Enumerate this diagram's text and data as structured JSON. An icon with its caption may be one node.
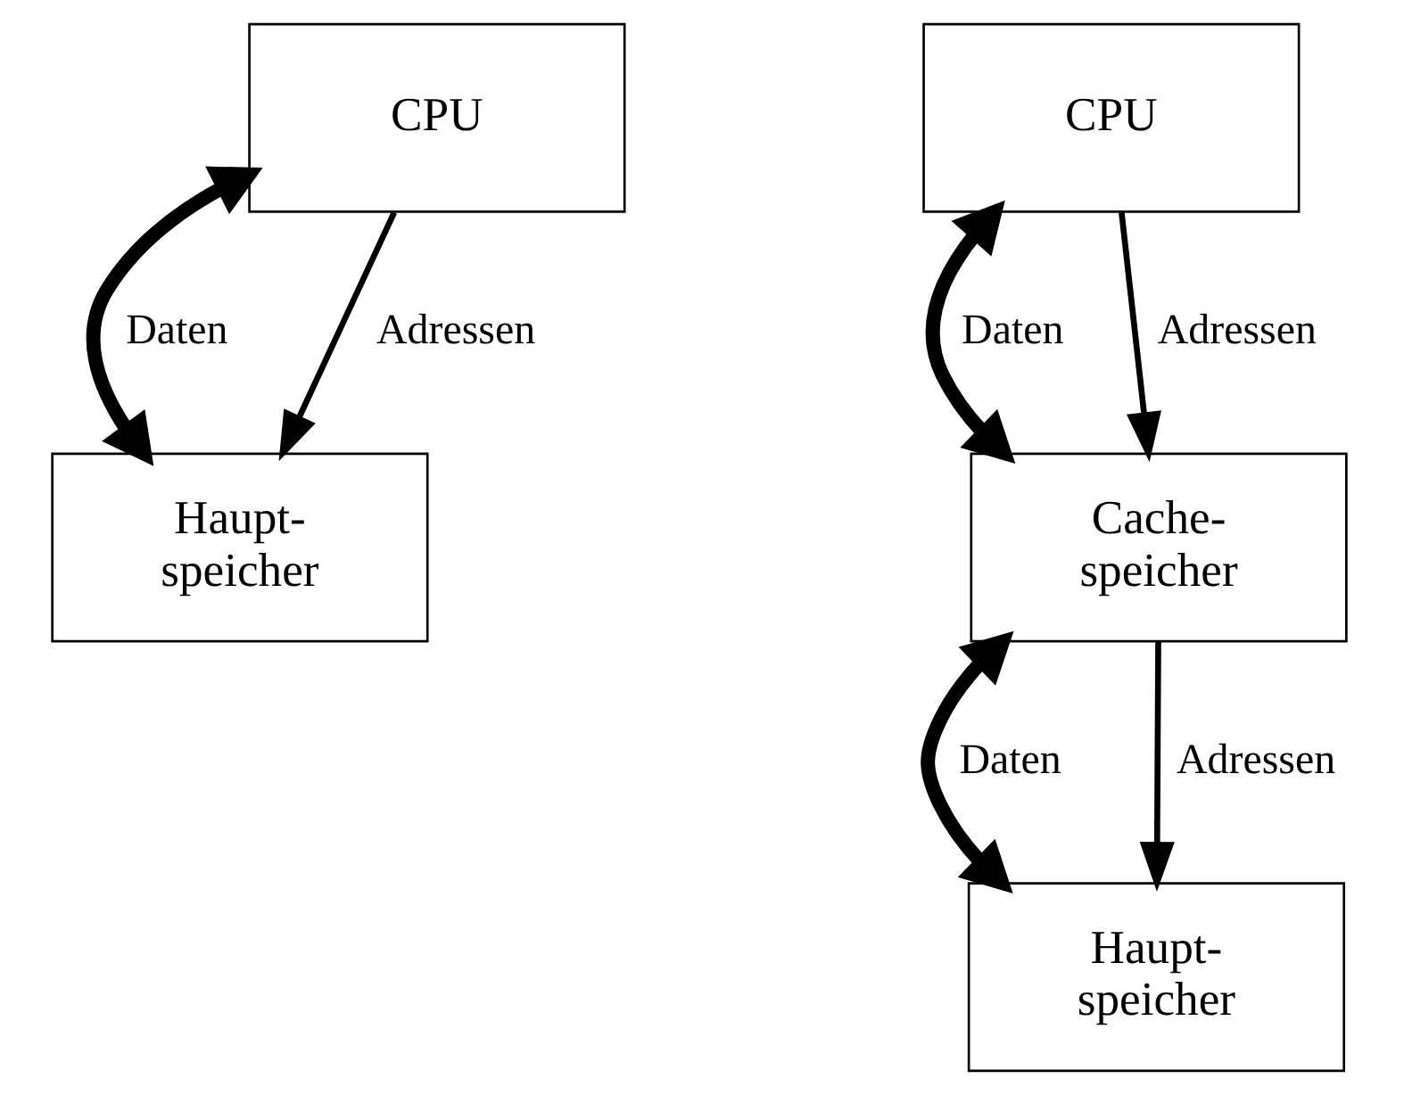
{
  "diagram": {
    "nodes": [
      {
        "text": [
          "CPU"
        ]
      },
      {
        "text": [
          "Haupt- speicher"
        ]
      },
      {
        "text": [
          "CPU"
        ]
      },
      {
        "text": [
          "Cache- speicher"
        ]
      },
      {
        "text": [
          "Haupt- speicher"
        ]
      }
    ],
    "edges": [
      {
        "from": 0,
        "to": 1,
        "arrow": "both",
        "label": "Daten",
        "style": "thick"
      },
      {
        "from": 0,
        "to": 1,
        "arrow": "to",
        "label": "Adressen"
      },
      {
        "from": 2,
        "to": 3,
        "arrow": "both",
        "label": "Daten",
        "style": "thick"
      },
      {
        "from": 2,
        "to": 3,
        "arrow": "to",
        "label": "Adressen"
      },
      {
        "from": 3,
        "to": 4,
        "arrow": "both",
        "label": "Daten",
        "style": "thick"
      },
      {
        "from": 3,
        "to": 4,
        "arrow": "to",
        "label": "Adressen"
      }
    ]
  }
}
